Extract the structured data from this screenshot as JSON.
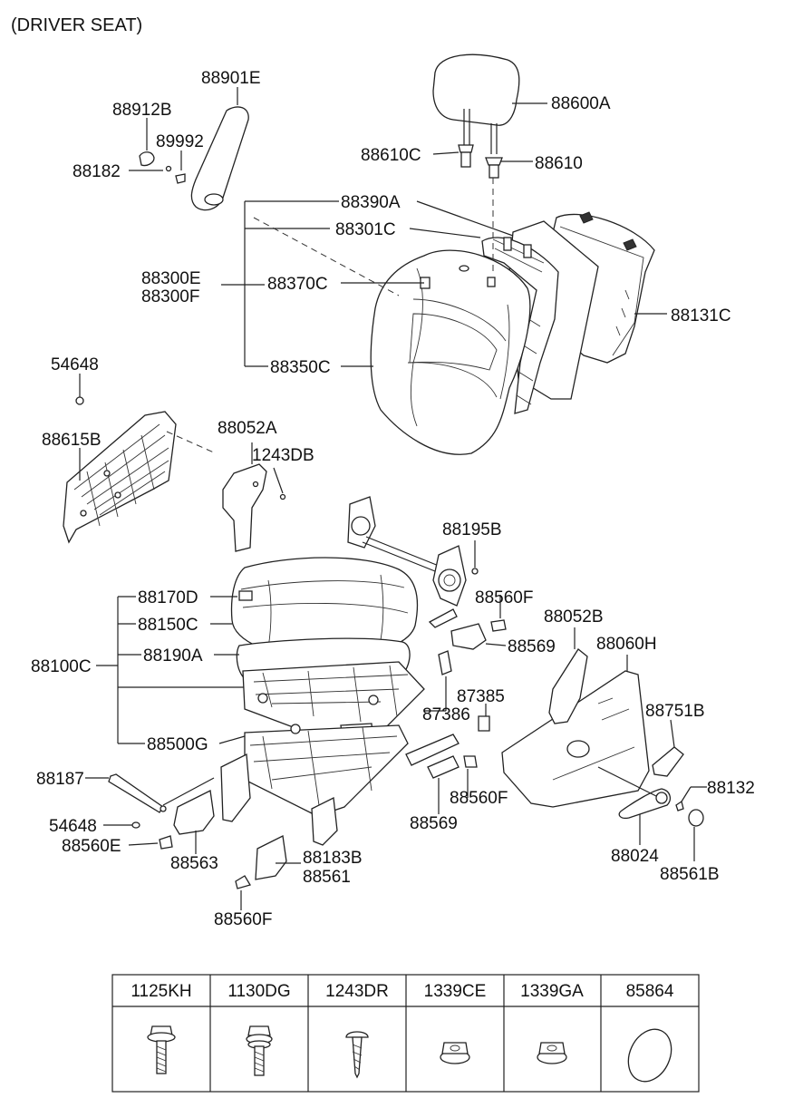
{
  "title": "(DRIVER SEAT)",
  "labels": [
    {
      "id": "88901E",
      "text": "88901E"
    },
    {
      "id": "88912B",
      "text": "88912B"
    },
    {
      "id": "89992",
      "text": "89992"
    },
    {
      "id": "88182",
      "text": "88182"
    },
    {
      "id": "88600A",
      "text": "88600A"
    },
    {
      "id": "88610C",
      "text": "88610C"
    },
    {
      "id": "88610",
      "text": "88610"
    },
    {
      "id": "88390A",
      "text": "88390A"
    },
    {
      "id": "88301C",
      "text": "88301C"
    },
    {
      "id": "88300E",
      "text": "88300E"
    },
    {
      "id": "88300F",
      "text": "88300F"
    },
    {
      "id": "88370C",
      "text": "88370C"
    },
    {
      "id": "88131C",
      "text": "88131C"
    },
    {
      "id": "88350C",
      "text": "88350C"
    },
    {
      "id": "54648a",
      "text": "54648"
    },
    {
      "id": "88615B",
      "text": "88615B"
    },
    {
      "id": "88052A",
      "text": "88052A"
    },
    {
      "id": "1243DB",
      "text": "1243DB"
    },
    {
      "id": "88195B",
      "text": "88195B"
    },
    {
      "id": "88170D",
      "text": "88170D"
    },
    {
      "id": "88560Fa",
      "text": "88560F"
    },
    {
      "id": "88052B",
      "text": "88052B"
    },
    {
      "id": "88150C",
      "text": "88150C"
    },
    {
      "id": "88569a",
      "text": "88569"
    },
    {
      "id": "88060H",
      "text": "88060H"
    },
    {
      "id": "88190A",
      "text": "88190A"
    },
    {
      "id": "88100C",
      "text": "88100C"
    },
    {
      "id": "87385",
      "text": "87385"
    },
    {
      "id": "87386",
      "text": "87386"
    },
    {
      "id": "88751B",
      "text": "88751B"
    },
    {
      "id": "88500G",
      "text": "88500G"
    },
    {
      "id": "88187",
      "text": "88187"
    },
    {
      "id": "88560Fb",
      "text": "88560F"
    },
    {
      "id": "88132",
      "text": "88132"
    },
    {
      "id": "54648b",
      "text": "54648"
    },
    {
      "id": "88569b",
      "text": "88569"
    },
    {
      "id": "88560E",
      "text": "88560E"
    },
    {
      "id": "88563",
      "text": "88563"
    },
    {
      "id": "88024",
      "text": "88024"
    },
    {
      "id": "88183B",
      "text": "88183B"
    },
    {
      "id": "88561",
      "text": "88561"
    },
    {
      "id": "88561B",
      "text": "88561B"
    },
    {
      "id": "88560Fc",
      "text": "88560F"
    }
  ],
  "fastener_table": {
    "columns": [
      "1125KH",
      "1130DG",
      "1243DR",
      "1339CE",
      "1339GA",
      "85864"
    ]
  }
}
